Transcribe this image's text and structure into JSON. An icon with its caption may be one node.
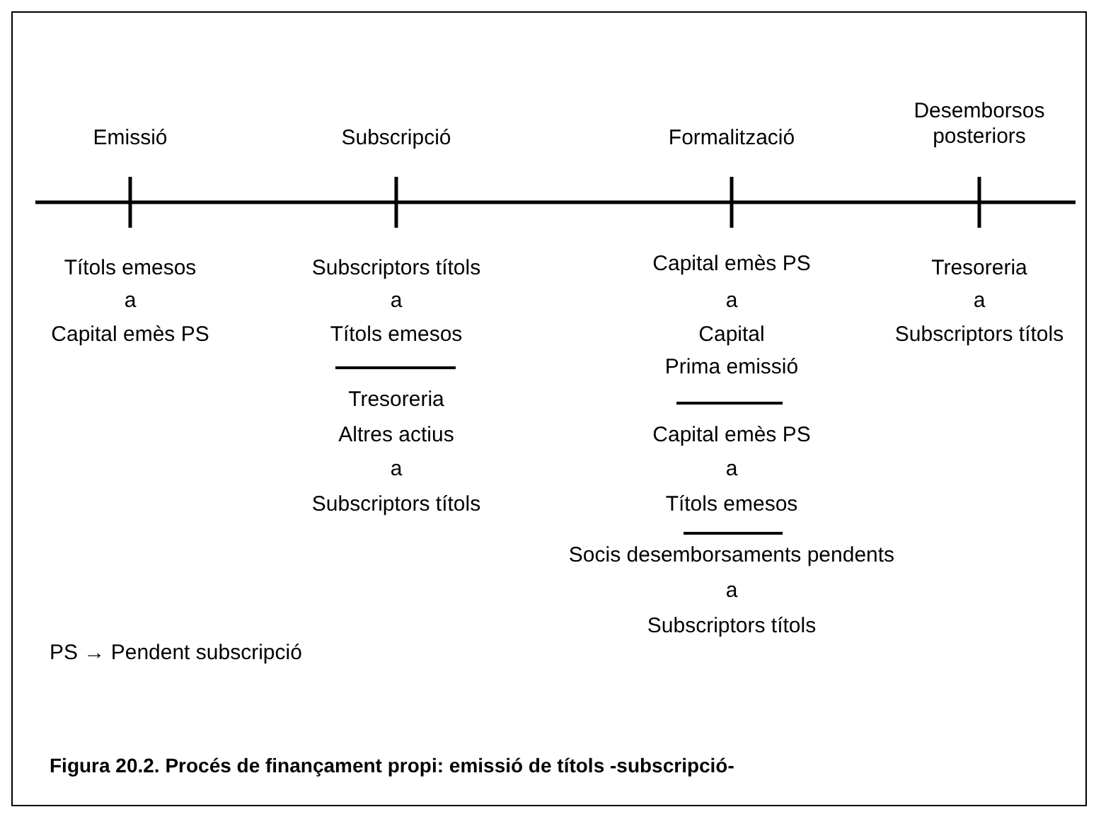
{
  "diagram": {
    "caption": "Figura 20.2. Procés de finançament propi: emissió de títols -subscripció-",
    "labels": [
      "Emissió",
      "Subscripció",
      "Formalització",
      "Desemborsos posteriors",
      "Títols emesos",
      "a",
      "Capital emès PS",
      "Subscriptors títols",
      "a",
      "Títols emesos",
      "Tresoreria",
      "Altres actius",
      "a",
      "Subscriptors títols",
      "Capital emès PS",
      "a",
      "Capital",
      "Prima emissió",
      "Capital emès PS",
      "a",
      "Títols emesos",
      "Socis desemborsaments pendents",
      "a",
      "Subscriptors títols",
      "Tresoreria",
      "a",
      "Subscriptors títols",
      "PS → Pendent subscripció"
    ]
  }
}
